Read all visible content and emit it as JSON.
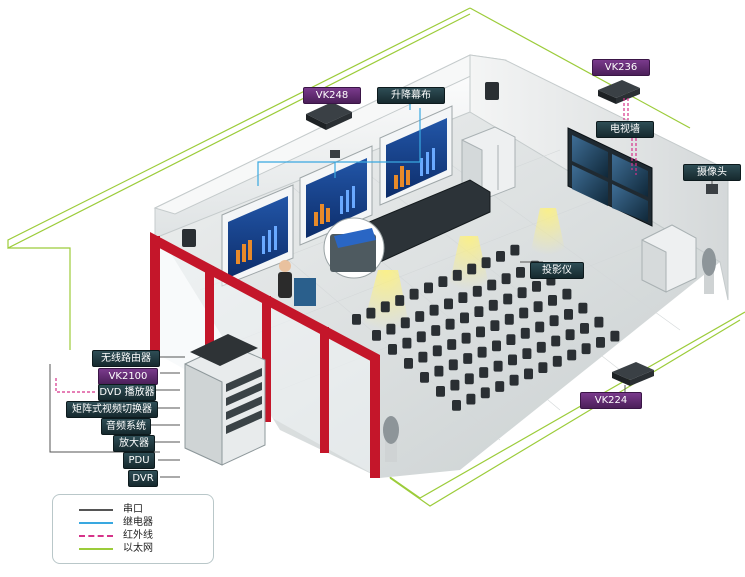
{
  "labels": {
    "vk248": "VK248",
    "screen": "升降幕布",
    "vk236": "VK236",
    "video_wall": "电视墙",
    "camera": "摄像头",
    "projector": "投影仪",
    "vk224": "VK224",
    "wireless_router": "无线路由器",
    "vk2100": "VK2100",
    "dvd": "DVD 播放器",
    "matrix": "矩阵式视频切换器",
    "audio": "音频系统",
    "amplifier": "放大器",
    "pdu": "PDU",
    "dvr": "DVR"
  },
  "legend": {
    "serial": "串口",
    "relay": "继电器",
    "infrared": "红外线",
    "ethernet": "以太网"
  },
  "colors": {
    "serial": "#555555",
    "relay": "#39a8e0",
    "infrared": "#d6338a",
    "ethernet": "#9ccc3a",
    "wall_frame": "#c4162a",
    "tag_dark": "#1e3a40",
    "tag_purple": "#5a2468"
  }
}
